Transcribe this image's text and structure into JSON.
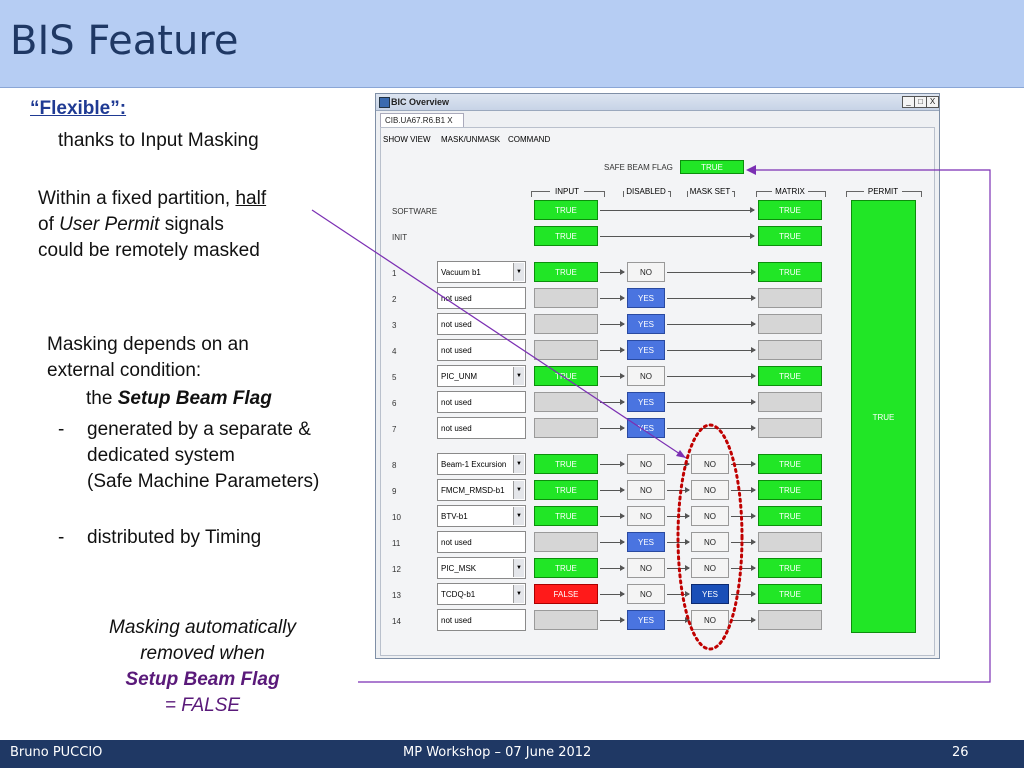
{
  "slide": {
    "title": "BIS Feature",
    "footer_left": "Bruno PUCCIO",
    "footer_center": "MP Workshop  –  07 June 2012",
    "page_number": "26"
  },
  "text": {
    "flexible": "“Flexible”:",
    "thanks": "thanks to Input Masking",
    "partition_1": "Within a fixed partition, ",
    "half": "half",
    "of": "of ",
    "user_permit": "User Permit",
    "signals": " signals",
    "remotely": "could be remotely masked",
    "masking_depends": "Masking depends on an",
    "external_cond": "external condition:",
    "the": "the ",
    "setup_beam_flag": "Setup Beam Flag",
    "bullet_dash": "-",
    "generated": "generated by a separate &",
    "dedicated": "dedicated system",
    "safe_machine": "(Safe Machine Parameters)",
    "distributed": "distributed by Timing",
    "masking_auto": "Masking automatically",
    "removed_when": "removed when",
    "setup_beam_flag_2": "Setup Beam Flag",
    "eq_false": "= FALSE"
  },
  "window": {
    "title": "BIC Overview",
    "min": "_",
    "max": "□",
    "close": "X",
    "tab": "CIB.UA67.R6.B1  X",
    "menu": [
      "SHOW VIEW",
      "MASK/UNMASK",
      "COMMAND"
    ],
    "safe_beam_flag_label": "SAFE BEAM FLAG",
    "safe_beam_flag_value": "TRUE",
    "headers": [
      "INPUT",
      "DISABLED",
      "MASK SET",
      "MATRIX",
      "PERMIT"
    ],
    "software_label": "SOFTWARE",
    "init_label": "INIT",
    "true": "TRUE",
    "combo_arrow": "▼",
    "permit_value": "TRUE",
    "rows": [
      {
        "num": "1",
        "name": "Vacuum b1",
        "input": "TRUE",
        "disabled": "NO",
        "mask": "",
        "matrix": "TRUE"
      },
      {
        "num": "2",
        "name": "not used",
        "input": "",
        "disabled": "YES",
        "mask": "",
        "matrix": ""
      },
      {
        "num": "3",
        "name": "not used",
        "input": "",
        "disabled": "YES",
        "mask": "",
        "matrix": ""
      },
      {
        "num": "4",
        "name": "not used",
        "input": "",
        "disabled": "YES",
        "mask": "",
        "matrix": ""
      },
      {
        "num": "5",
        "name": "PIC_UNM",
        "input": "TRUE",
        "disabled": "NO",
        "mask": "",
        "matrix": "TRUE"
      },
      {
        "num": "6",
        "name": "not used",
        "input": "",
        "disabled": "YES",
        "mask": "",
        "matrix": ""
      },
      {
        "num": "7",
        "name": "not used",
        "input": "",
        "disabled": "YES",
        "mask": "",
        "matrix": ""
      },
      {
        "num": "8",
        "name": "Beam-1 Excursion",
        "input": "TRUE",
        "disabled": "NO",
        "mask": "NO",
        "matrix": "TRUE"
      },
      {
        "num": "9",
        "name": "FMCM_RMSD-b1",
        "input": "TRUE",
        "disabled": "NO",
        "mask": "NO",
        "matrix": "TRUE"
      },
      {
        "num": "10",
        "name": "BTV-b1",
        "input": "TRUE",
        "disabled": "NO",
        "mask": "NO",
        "matrix": "TRUE"
      },
      {
        "num": "11",
        "name": "not used",
        "input": "",
        "disabled": "YES",
        "mask": "NO",
        "matrix": ""
      },
      {
        "num": "12",
        "name": "PIC_MSK",
        "input": "TRUE",
        "disabled": "NO",
        "mask": "NO",
        "matrix": "TRUE"
      },
      {
        "num": "13",
        "name": "TCDQ-b1",
        "input": "FALSE",
        "disabled": "NO",
        "mask": "YES",
        "matrix": "TRUE"
      },
      {
        "num": "14",
        "name": "not used",
        "input": "",
        "disabled": "YES",
        "mask": "NO",
        "matrix": ""
      }
    ]
  },
  "colors": {
    "header_bg": "#b6cdf3",
    "footer_bg": "#1f3864",
    "green": "#21e626",
    "red": "#ff1a1a",
    "yes_blue": "#4a74e0",
    "annotation_purple": "#7b2fb3",
    "ellipse_red": "#c00000"
  }
}
